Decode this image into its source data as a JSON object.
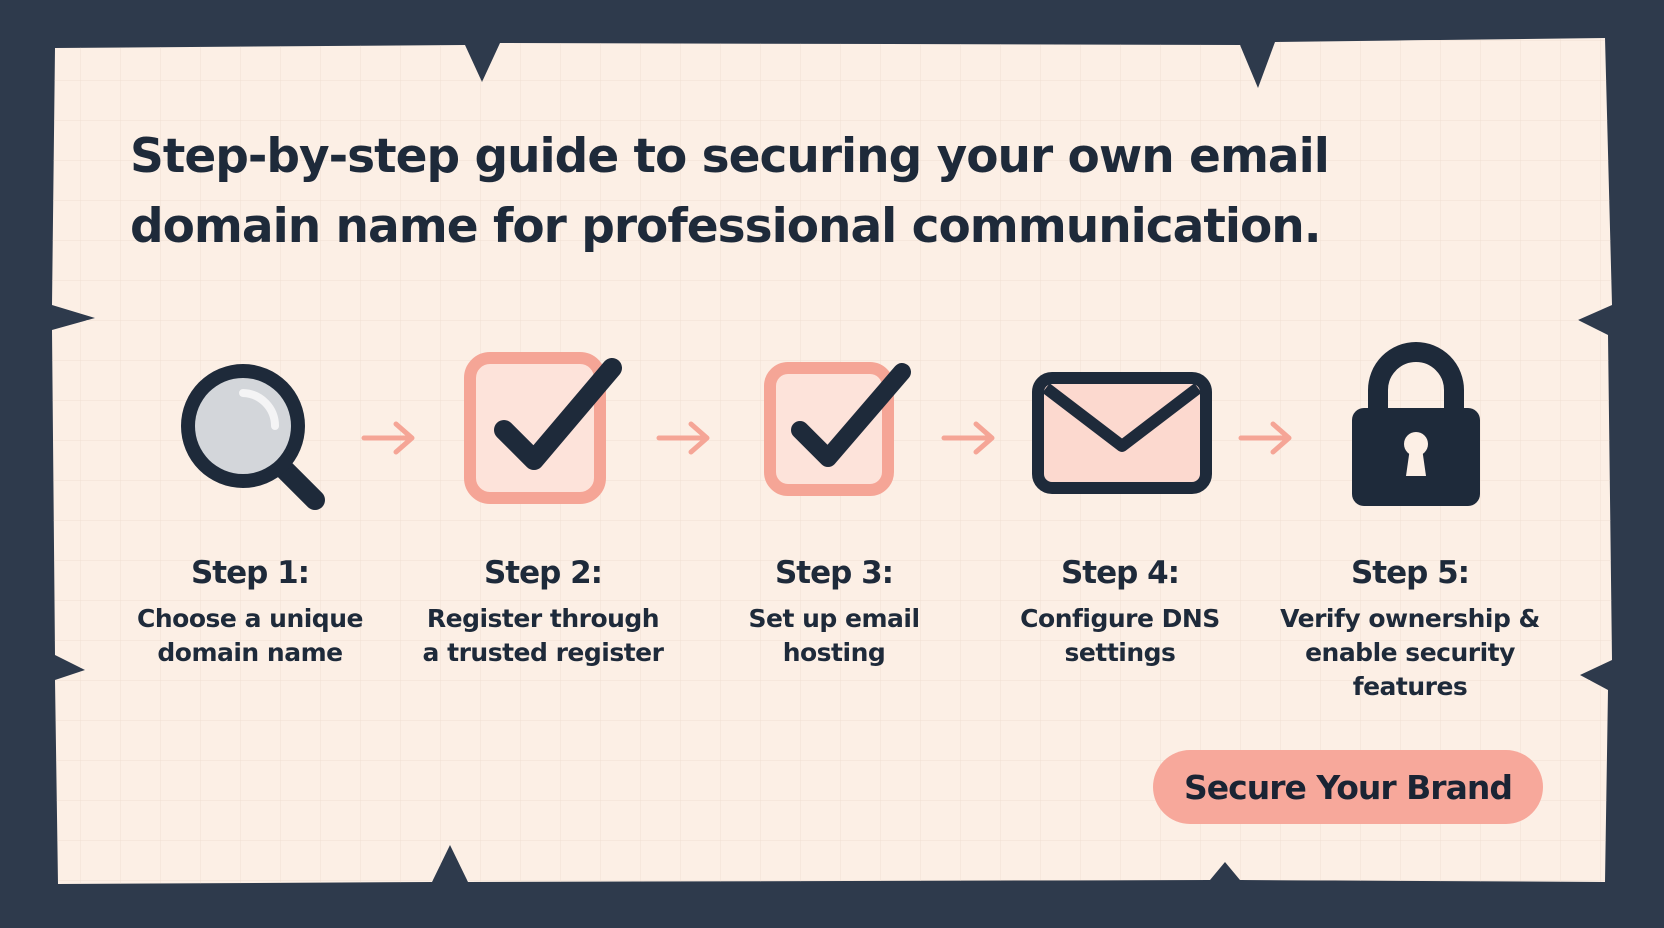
{
  "title": {
    "line1": "Step-by-step guide to securing your own email",
    "line2": "domain name for professional communication."
  },
  "steps": [
    {
      "label": "Step 1:",
      "desc_line1": "Choose a unique",
      "desc_line2": "domain name",
      "icon": "magnifier-icon"
    },
    {
      "label": "Step 2:",
      "desc_line1": "Register through",
      "desc_line2": "a trusted register",
      "icon": "checkbox-icon"
    },
    {
      "label": "Step 3:",
      "desc_line1": "Set up email",
      "desc_line2": "hosting",
      "icon": "checkbox-icon"
    },
    {
      "label": "Step 4:",
      "desc_line1": "Configure DNS",
      "desc_line2": "settings",
      "icon": "envelope-icon"
    },
    {
      "label": "Step 5:",
      "desc_line1": "Verify ownership &",
      "desc_line2": "enable security",
      "desc_line3": "features",
      "icon": "padlock-icon"
    }
  ],
  "cta": {
    "label": "Secure Your Brand"
  },
  "colors": {
    "navy": "#1e2a3a",
    "coral": "#f7a89b",
    "paper": "#fbeee4",
    "frame": "#2e3a4c"
  }
}
